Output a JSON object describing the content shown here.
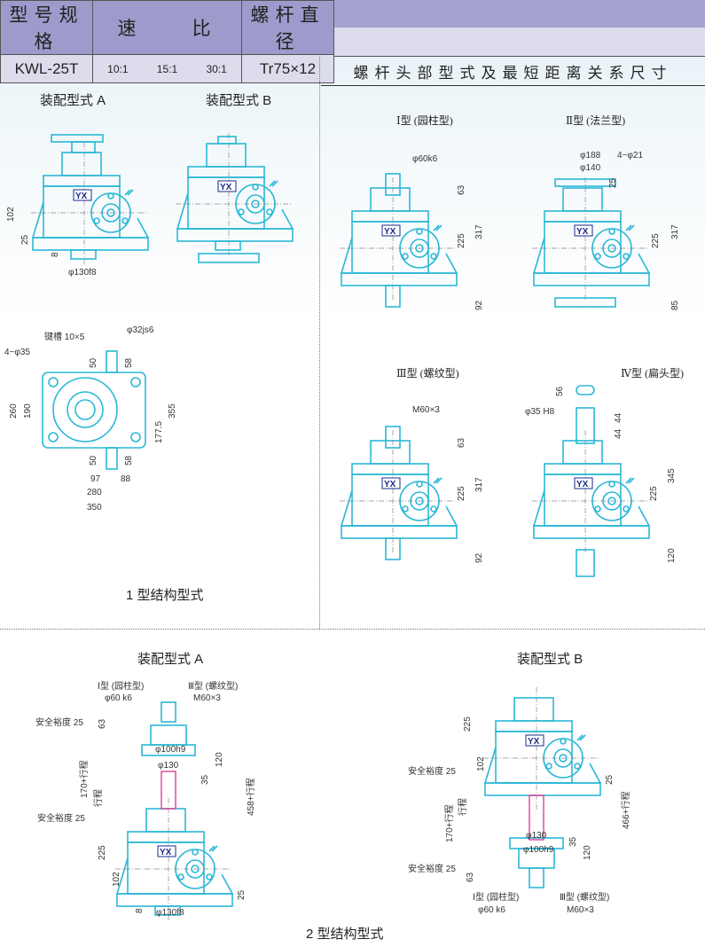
{
  "spec_table": {
    "headers": [
      "型号规格",
      "速　　比",
      "螺杆直径"
    ],
    "model": "KWL-25T",
    "ratios": [
      "10:1",
      "15:1",
      "30:1"
    ],
    "screw": "Tr75×12"
  },
  "head_section_title": "螺杆头部型式及最短距离关系尺寸",
  "type1": {
    "assembly_a": {
      "title": "装配型式 A",
      "dims": {
        "d1": "102",
        "d2": "25",
        "d3": "8",
        "d4": "φ130f8"
      }
    },
    "assembly_b": {
      "title": "装配型式 B"
    },
    "plan": {
      "keyway": "键槽 10×5",
      "holes": "4~φ35",
      "shaft": "φ32js6",
      "dims": [
        "50",
        "58",
        "260",
        "190",
        "355",
        "177.5",
        "50",
        "58",
        "97",
        "88",
        "280",
        "350"
      ]
    },
    "caption": "1 型结构型式"
  },
  "heads": [
    {
      "title": "Ⅰ型 (园柱型)",
      "top": "φ60k6",
      "dims": [
        "63",
        "225",
        "317",
        "92"
      ]
    },
    {
      "title": "Ⅱ型 (法兰型)",
      "top": "φ188",
      "top2": "φ140",
      "holes": "4~φ21",
      "dims": [
        "25",
        "225",
        "317",
        "85"
      ]
    },
    {
      "title": "Ⅲ型 (螺纹型)",
      "top": "M60×3",
      "dims": [
        "63",
        "225",
        "317",
        "92"
      ]
    },
    {
      "title": "Ⅳ型 (扁头型)",
      "top": "φ35 H8",
      "dims": [
        "56",
        "44",
        "44",
        "225",
        "345",
        "120"
      ]
    }
  ],
  "type2": {
    "assembly_a": {
      "title": "装配型式 A",
      "note1a": "Ⅰ型 (园柱型)",
      "note1b": "φ60 k6",
      "note3a": "Ⅲ型 (螺纹型)",
      "note3b": "M60×3",
      "safety1": "安全裕度 25",
      "safety2": "安全裕度 25",
      "dims": [
        "63",
        "φ100h9",
        "φ130",
        "120",
        "35",
        "170+行程",
        "行程",
        "458+行程",
        "225",
        "102",
        "25",
        "8",
        "φ130f8"
      ]
    },
    "assembly_b": {
      "title": "装配型式 B",
      "note1a": "Ⅰ型 (园柱型)",
      "note1b": "φ60 k6",
      "note3a": "Ⅲ型 (螺纹型)",
      "note3b": "M60×3",
      "safety1": "安全裕度 25",
      "safety2": "安全裕度 25",
      "dims": [
        "225",
        "102",
        "25",
        "行程",
        "170+行程",
        "466+行程",
        "35",
        "φ130",
        "120",
        "φ100h9",
        "63"
      ]
    },
    "caption": "2 型结构型式"
  },
  "brand": "YX",
  "colors": {
    "line": "#2bb8d6",
    "pink": "#e0409a",
    "header": "#9e9acb",
    "row": "#dcdcec"
  }
}
